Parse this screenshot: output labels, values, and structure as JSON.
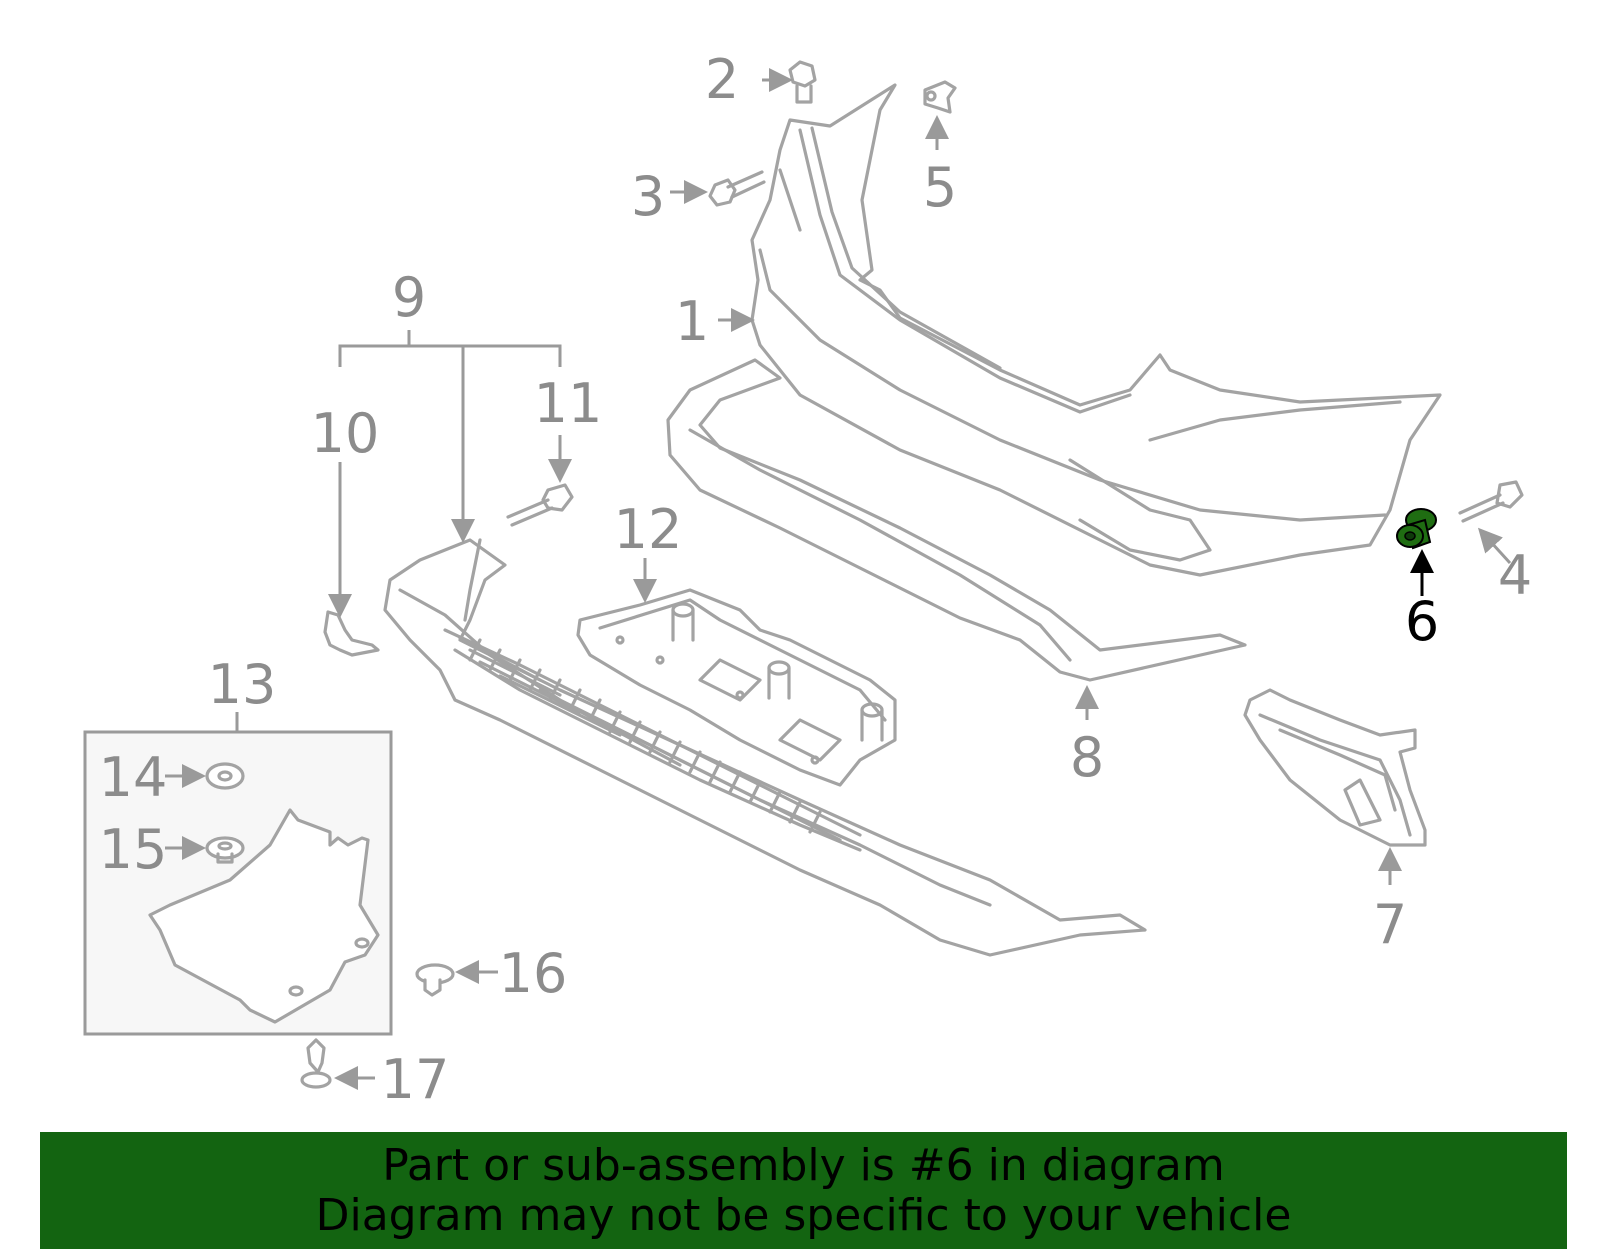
{
  "callouts": {
    "c1": "1",
    "c2": "2",
    "c3": "3",
    "c4": "4",
    "c5": "5",
    "c6": "6",
    "c7": "7",
    "c8": "8",
    "c9": "9",
    "c10": "10",
    "c11": "11",
    "c12": "12",
    "c13": "13",
    "c14": "14",
    "c15": "15",
    "c16": "16",
    "c17": "17"
  },
  "highlight": {
    "part_number": "6",
    "color": "#1f6d12"
  },
  "banner": {
    "line1": "Part or sub-assembly is #6 in diagram",
    "line2": "Diagram may not be specific to your vehicle",
    "background": "#136411"
  },
  "colors": {
    "lines": "#a3a3a3",
    "labels": "#8c8c8c",
    "inset_fill": "#f7f7f7"
  }
}
